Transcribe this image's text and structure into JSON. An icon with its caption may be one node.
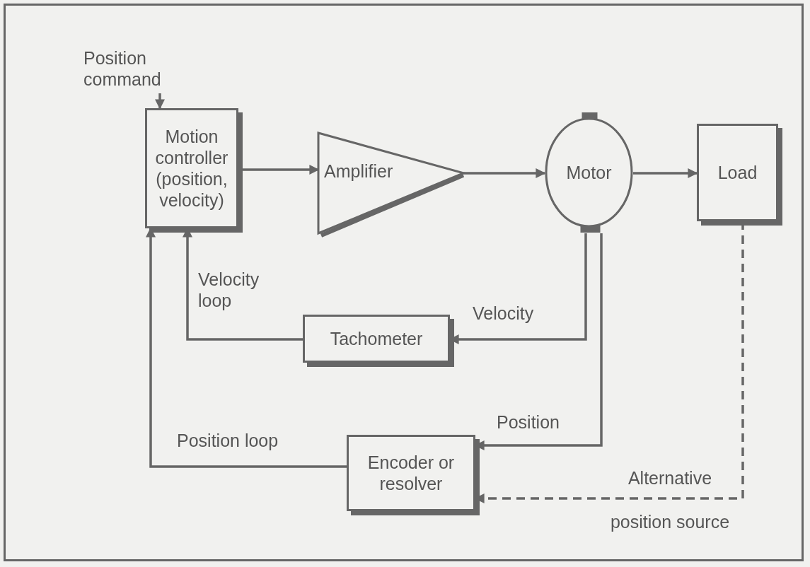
{
  "diagram": {
    "nodes": [
      {
        "text": [
          "Position command"
        ]
      },
      {
        "text": [
          "Motion controller (position, velocity)"
        ]
      },
      {
        "text": [
          "Amplifier"
        ]
      },
      {
        "text": [
          "Motor"
        ]
      },
      {
        "text": [
          "Load"
        ]
      },
      {
        "text": [
          "Tachometer"
        ]
      },
      {
        "text": [
          "Encoder or resolver"
        ]
      }
    ],
    "edges": [
      {
        "from": 0,
        "to": 1,
        "arrow": "to"
      },
      {
        "from": 1,
        "to": 2,
        "arrow": "to"
      },
      {
        "from": 2,
        "to": 3,
        "arrow": "to"
      },
      {
        "from": 3,
        "to": 4,
        "arrow": "to"
      },
      {
        "from": 3,
        "to": 5,
        "arrow": "to",
        "label": "Velocity"
      },
      {
        "from": 5,
        "to": 1,
        "arrow": "to",
        "label": "Velocity loop"
      },
      {
        "from": 3,
        "to": 6,
        "arrow": "to",
        "label": "Position"
      },
      {
        "from": 6,
        "to": 1,
        "arrow": "to",
        "label": "Position loop"
      },
      {
        "from": 4,
        "to": 6,
        "arrow": "to",
        "label": "Alternative position source",
        "style": "dashed"
      }
    ]
  }
}
